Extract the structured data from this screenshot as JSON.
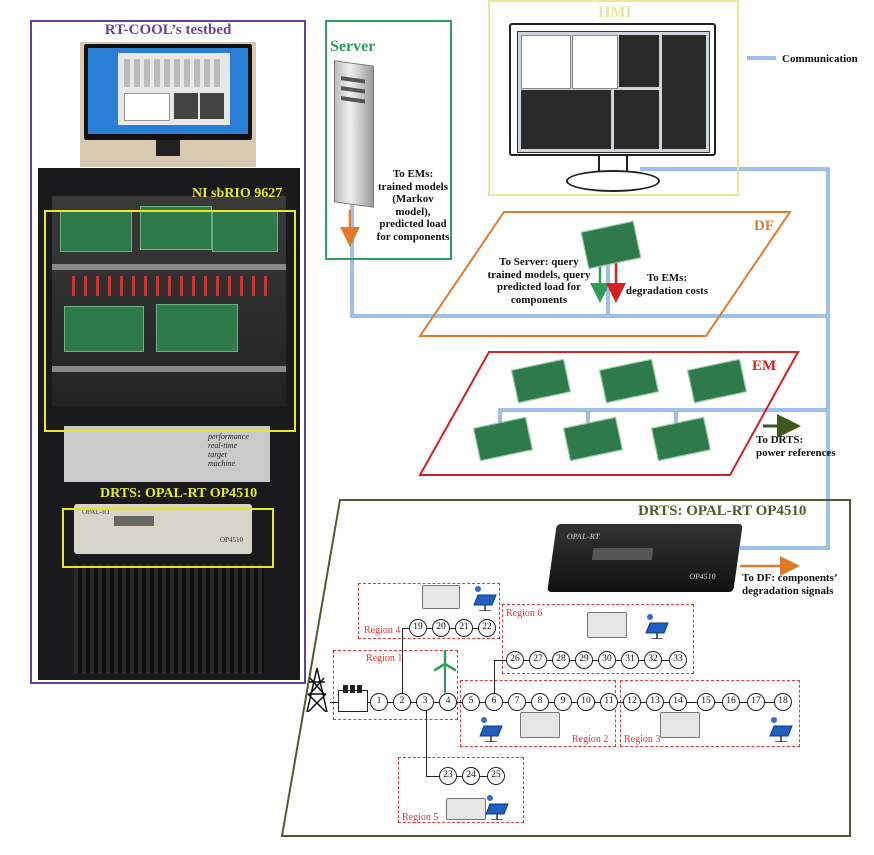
{
  "testbed": {
    "title": "RT-COOL’s testbed",
    "sbrio_label": "NI sbRIO 9627",
    "drts_label": "DRTS: OPAL-RT OP4510",
    "target_text": [
      "performance",
      "real-time",
      "target",
      "machine"
    ],
    "device_logo": "OPAL-RT",
    "device_model": "OP4510"
  },
  "server": {
    "title": "Server",
    "note": [
      "To EMs:",
      "trained models",
      "(Markov",
      "model),",
      "predicted load",
      "for components"
    ]
  },
  "hmi": {
    "title": "HMI"
  },
  "legend": {
    "communication": "Communication"
  },
  "df": {
    "title": "DF",
    "left_note": [
      "To Server: query",
      "trained models, query",
      "predicted load for",
      "components"
    ],
    "right_note": [
      "To EMs:",
      "degradation costs"
    ]
  },
  "em": {
    "title": "EM",
    "arrow_note": [
      "To DRTS:",
      "power references"
    ]
  },
  "drts": {
    "title": "DRTS: OPAL-RT OP4510",
    "arrow_note": [
      "To DF: components’",
      "degradation signals"
    ],
    "device_model": "OP4510",
    "device_logo": "OPAL-RT"
  },
  "regions": {
    "r1": "Region 1",
    "r2": "Region 2",
    "r3": "Region 3",
    "r4": "Region 4",
    "r5": "Region 5",
    "r6": "Region 6"
  },
  "buses": [
    "1",
    "2",
    "3",
    "4",
    "5",
    "6",
    "7",
    "8",
    "9",
    "10",
    "11",
    "12",
    "13",
    "14",
    "15",
    "16",
    "17",
    "18",
    "19",
    "20",
    "21",
    "22",
    "23",
    "24",
    "25",
    "26",
    "27",
    "28",
    "29",
    "30",
    "31",
    "32",
    "33"
  ],
  "colors": {
    "purple": "#6a3ea1",
    "green": "#2e9e5a",
    "yellow_frame": "#eee49a",
    "orange": "#e07b2a",
    "red": "#d42020",
    "olive": "#4d5e2a",
    "comm_blue": "#3b7fd0"
  }
}
